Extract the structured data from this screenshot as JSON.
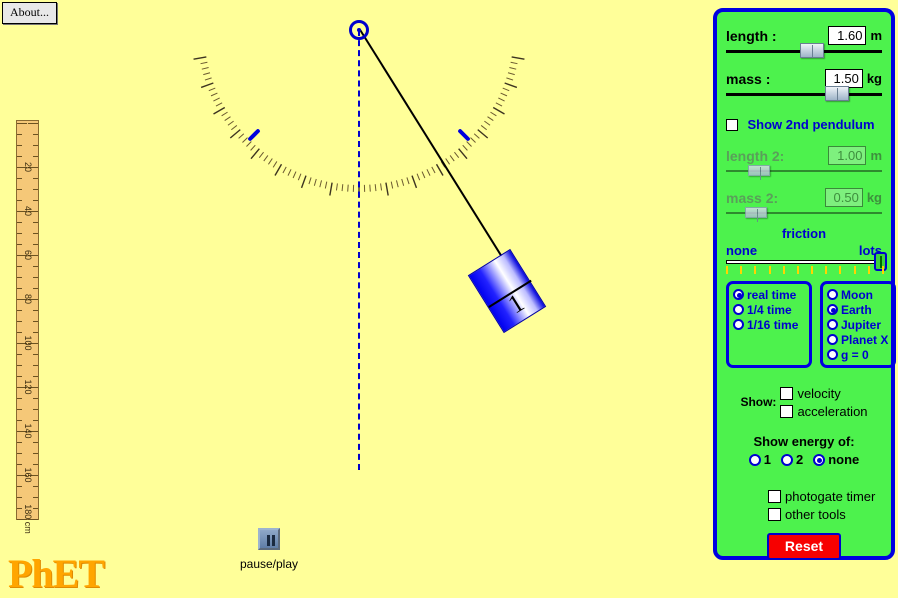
{
  "about": {
    "label": "About..."
  },
  "logo": {
    "text": "PhET"
  },
  "playback": {
    "label": "pause/play",
    "icon": "pause-icon",
    "state": "paused"
  },
  "ruler": {
    "unit_label": "cm",
    "labels": [
      "20",
      "40",
      "60",
      "80",
      "100",
      "120",
      "140",
      "160",
      "180"
    ],
    "max": 180
  },
  "pendulum": {
    "bob_label": "1",
    "angle_degrees": 32
  },
  "panel": {
    "length": {
      "label": "length :",
      "value": "1.60",
      "unit": "m",
      "slider_percent": 55,
      "enabled": true
    },
    "mass": {
      "label": "mass :",
      "value": "1.50",
      "unit": "kg",
      "slider_percent": 71,
      "enabled": true
    },
    "show_2nd_pendulum": {
      "label": "Show 2nd pendulum",
      "checked": false
    },
    "length2": {
      "label": "length 2:",
      "value": "1.00",
      "unit": "m",
      "slider_percent": 22,
      "enabled": false
    },
    "mass2": {
      "label": "mass 2:",
      "value": "0.50",
      "unit": "kg",
      "slider_percent": 20,
      "enabled": false
    },
    "friction": {
      "title": "friction",
      "min_label": "none",
      "max_label": "lots",
      "value_percent": 100
    },
    "time_speed": {
      "options": [
        "real time",
        "1/4 time",
        "1/16 time"
      ],
      "selected": "real time"
    },
    "gravity": {
      "options": [
        "Moon",
        "Earth",
        "Jupiter",
        "Planet X",
        "g = 0"
      ],
      "selected": "Earth"
    },
    "show": {
      "title": "Show:",
      "velocity": {
        "label": "velocity",
        "checked": false
      },
      "acceleration": {
        "label": "acceleration",
        "checked": false
      }
    },
    "energy": {
      "title": "Show energy of:",
      "options": [
        "1",
        "2",
        "none"
      ],
      "selected": "none"
    },
    "tools": {
      "photogate_timer": {
        "label": "photogate timer",
        "checked": false
      },
      "other_tools": {
        "label": "other tools",
        "checked": false
      }
    },
    "reset": {
      "label": "Reset"
    }
  },
  "colors": {
    "background": "#ffff99",
    "panel_fill": "#4df24d",
    "panel_border": "#0000e0",
    "accent_blue": "#0000d0",
    "reset_red": "#f70000",
    "logo_orange": "#ffa500",
    "ruler_fill": "#f5c878"
  }
}
